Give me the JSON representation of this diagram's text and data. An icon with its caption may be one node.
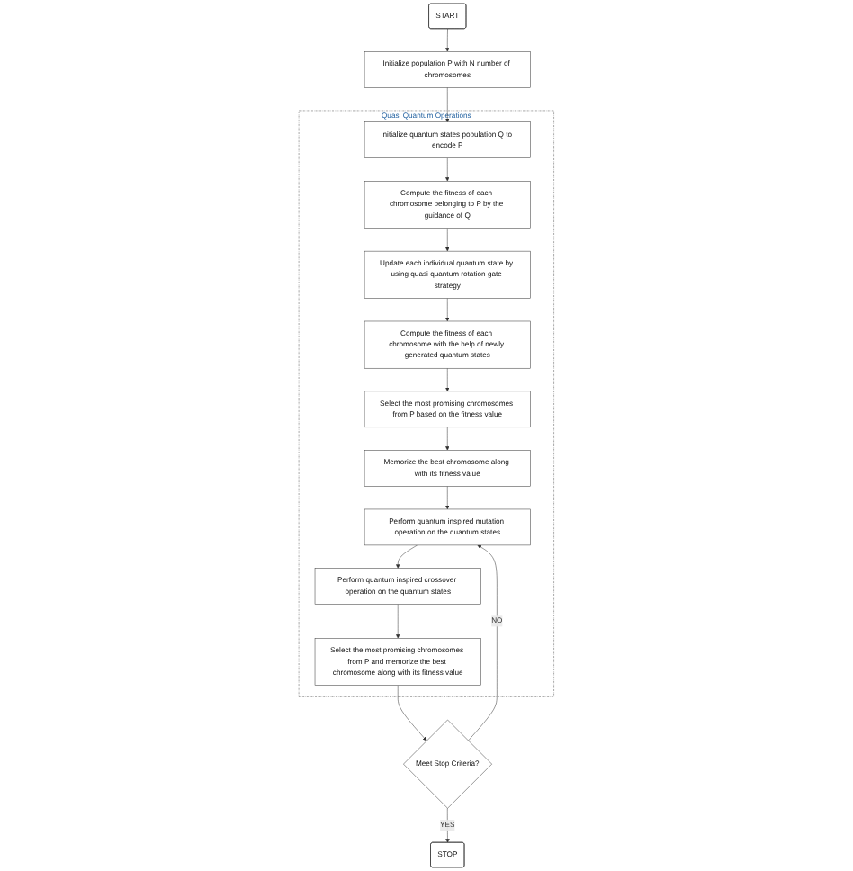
{
  "diagram": {
    "nodes": [
      {
        "text": [
          "START"
        ]
      },
      {
        "text": [
          "Initialize population P with N number of chromosomes"
        ]
      },
      {
        "text": [
          "Quasi Quantum Operations"
        ]
      },
      {
        "text": [
          "Initialize quantum states population Q to encode P"
        ],
        "in": 2
      },
      {
        "text": [
          "Compute the fitness of each chromosome belonging to P by the guidance of Q"
        ],
        "in": 2
      },
      {
        "text": [
          "Update each individual quantum state by using quasi quantum rotation gate strategy"
        ],
        "in": 2
      },
      {
        "text": [
          "Compute the fitness of each chromosome with the help of newly generated quantum states"
        ],
        "in": 2
      },
      {
        "text": [
          "Select the most promising chromosomes from P based on the fitness value"
        ],
        "in": 2
      },
      {
        "text": [
          "Memorize the best chromosome along with its fitness value"
        ],
        "in": 2
      },
      {
        "text": [
          "Perform quantum inspired mutation operation on the quantum states"
        ],
        "in": 2
      },
      {
        "text": [
          "Perform quantum inspired crossover operation on the quantum states"
        ],
        "in": 2
      },
      {
        "text": [
          "Select the most promising chromosomes from P and memorize the best chromosome along with its fitness value"
        ],
        "in": 2
      },
      {
        "text": [
          "Meet Stop Criteria?"
        ]
      },
      {
        "text": [
          "STOP"
        ]
      }
    ],
    "edges": [
      {
        "from": 0,
        "to": 1,
        "arrow": "to"
      },
      {
        "from": 1,
        "to": 3,
        "arrow": "to"
      },
      {
        "from": 3,
        "to": 4,
        "arrow": "to"
      },
      {
        "from": 4,
        "to": 5,
        "arrow": "to"
      },
      {
        "from": 5,
        "to": 6,
        "arrow": "to"
      },
      {
        "from": 6,
        "to": 7,
        "arrow": "to"
      },
      {
        "from": 7,
        "to": 8,
        "arrow": "to"
      },
      {
        "from": 8,
        "to": 9,
        "arrow": "to"
      },
      {
        "from": 9,
        "to": 10,
        "arrow": "to"
      },
      {
        "from": 10,
        "to": 11,
        "arrow": "to"
      },
      {
        "from": 11,
        "to": 12,
        "arrow": "to"
      },
      {
        "from": 12,
        "to": 9,
        "label": "NO",
        "arrow": "to"
      },
      {
        "from": 12,
        "to": 13,
        "label": "YES",
        "arrow": "to"
      }
    ]
  }
}
